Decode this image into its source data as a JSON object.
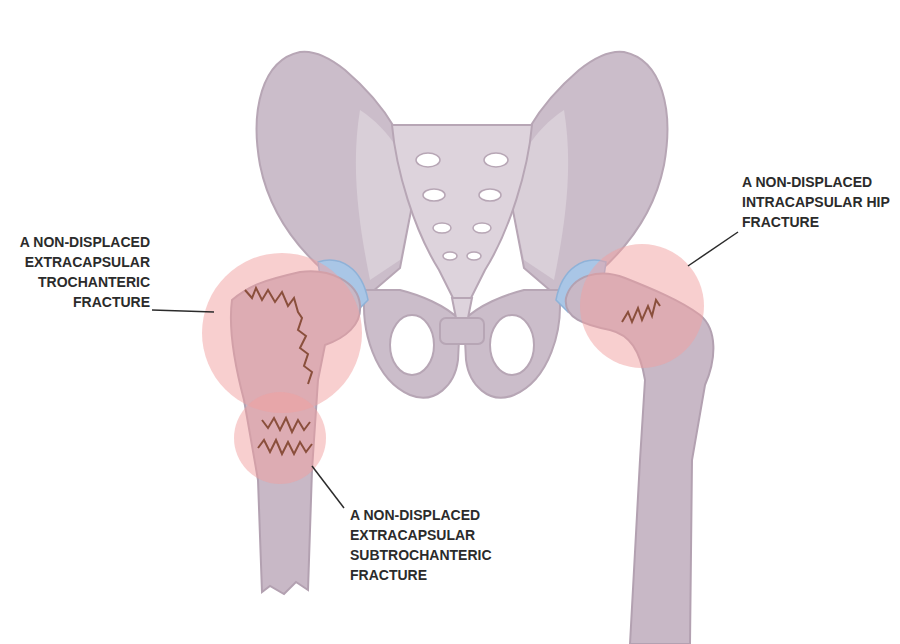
{
  "diagram": {
    "labels": [
      "A NON-DISPLACED EXTRACAPSULAR TROCHANTERIC FRACTURE",
      "A NON-DISPLACED INTRACAPSULAR HIP FRACTURE",
      "A NON-DISPLACED EXTRACAPSULAR SUBTROCHANTERIC FRACTURE"
    ]
  }
}
